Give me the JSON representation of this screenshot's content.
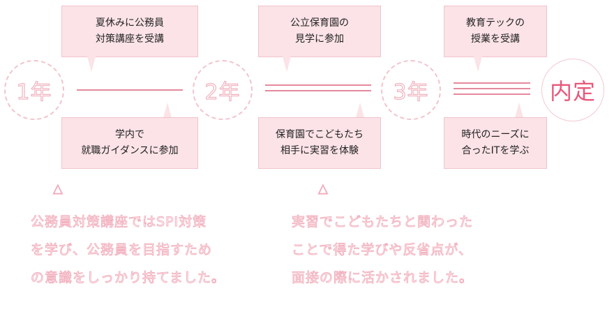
{
  "colors": {
    "accent": "#e8587a",
    "box_fill": "#fbe3e7",
    "line": "#e5899c",
    "outline": "#f0b3bf"
  },
  "timeline": {
    "years": [
      "1年",
      "2年",
      "3年"
    ],
    "final": "内定"
  },
  "callouts_top": [
    {
      "line1": "夏休みに公務員",
      "line2": "対策講座を受講"
    },
    {
      "line1": "公立保育園の",
      "line2": "見学に参加"
    },
    {
      "line1": "教育テックの",
      "line2": "授業を受講"
    }
  ],
  "callouts_bottom": [
    {
      "line1": "学内で",
      "line2": "就職ガイダンスに参加"
    },
    {
      "line1": "保育園でこどもたち",
      "line2": "相手に実習を体験"
    },
    {
      "line1": "時代のニーズに",
      "line2": "合ったITを学ぶ"
    }
  ],
  "markers": [
    "△",
    "△"
  ],
  "comments": [
    {
      "lines": [
        "公務員対策講座ではSPI対策",
        "を学び、公務員を目指すため",
        "の意識をしっかり持てました。"
      ]
    },
    {
      "lines": [
        "実習でこどもたちと関わった",
        "ことで得た学びや反省点が、",
        "面接の際に活かされました。"
      ]
    }
  ]
}
